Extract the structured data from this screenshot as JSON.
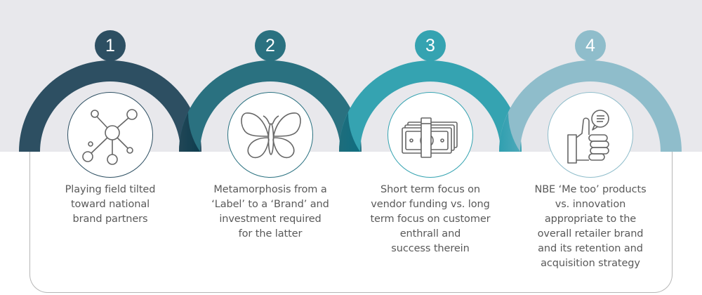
{
  "steps": [
    {
      "number": "1",
      "text": "Playing field tilted toward national brand partners",
      "lines": [
        "Playing field tilted",
        "toward national",
        "brand partners"
      ],
      "icon": "network-nodes-icon",
      "color": "#2d4f62"
    },
    {
      "number": "2",
      "text": "Metamorphosis from a ‘Label’ to a ‘Brand’ and investment required for the latter",
      "lines": [
        "Metamorphosis from a",
        "‘Label’ to a ‘Brand’ and",
        "investment required",
        "for the latter"
      ],
      "icon": "butterfly-icon",
      "color": "#2a7180"
    },
    {
      "number": "3",
      "text": "Short term focus on vendor funding vs. long term focus on customer enthrall and success therein",
      "lines": [
        "Short term focus on",
        "vendor funding vs. long",
        "term focus on customer",
        "enthrall and",
        "success therein"
      ],
      "icon": "cash-bundle-icon",
      "color": "#35a3b1"
    },
    {
      "number": "4",
      "text": "NBE ‘Me too’ products vs. innovation appropriate to the overall retailer brand and its retention and acquisition strategy",
      "lines": [
        "NBE ‘Me too’ products",
        "vs. innovation",
        "appropriate to the",
        "overall retailer brand",
        "and its retention and",
        "acquisition strategy"
      ],
      "icon": "thumbs-up-feedback-icon",
      "color": "#8fbdcb"
    }
  ],
  "colors": {
    "band": "#e8e8ec",
    "card_border": "#b6b6b6",
    "icon_stroke": "#666666",
    "text": "#595959"
  }
}
